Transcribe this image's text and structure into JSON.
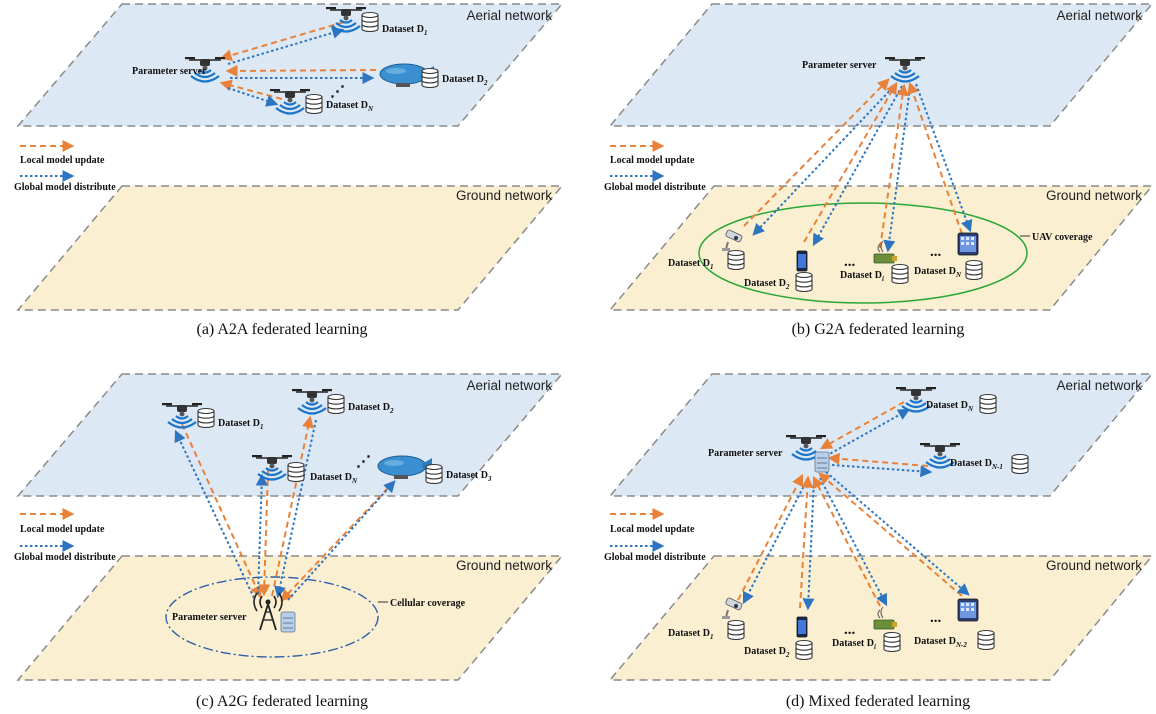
{
  "colors": {
    "aerial_fill": "#dde8f5",
    "ground_fill": "#fbefd2",
    "plane_border": "#8a8a8a",
    "update_arrow": "#e8823a",
    "distribute_arrow": "#2d74c1",
    "wifi": "#1b75c9",
    "uav_coverage": "#2aa637",
    "cellular_coverage": "#2d5fa8",
    "blimp": "#3a8fd0"
  },
  "legend": {
    "local_update": "Local model update",
    "global_distribute": "Global model distribute"
  },
  "planes": {
    "aerial": "Aerial network",
    "ground": "Ground network"
  },
  "panel_a": {
    "caption": "(a) A2A federated learning",
    "server": "Parameter server",
    "d1": "Dataset D",
    "d1_sub": "1",
    "d2": "Dataset D",
    "d2_sub": "2",
    "dn": "Dataset D",
    "dn_sub": "N",
    "ellipsis": "⋰"
  },
  "panel_b": {
    "caption": "(b) G2A federated learning",
    "server": "Parameter server",
    "coverage": "UAV coverage",
    "d1": "Dataset D",
    "d1_sub": "1",
    "d2": "Dataset D",
    "d2_sub": "2",
    "di": "Dataset D",
    "di_sub": "i",
    "dn": "Dataset D",
    "dn_sub": "N",
    "ellipsis": "..."
  },
  "panel_c": {
    "caption": "(c) A2G federated learning",
    "server": "Parameter server",
    "coverage": "Cellular coverage",
    "d1": "Dataset D",
    "d1_sub": "1",
    "d2": "Dataset D",
    "d2_sub": "2",
    "d3": "Dataset D",
    "d3_sub": "3",
    "dn": "Dataset D",
    "dn_sub": "N",
    "ellipsis": "⋰"
  },
  "panel_d": {
    "caption": "(d) Mixed federated learning",
    "server": "Parameter server",
    "dn": "Dataset D",
    "dn_sub": "N",
    "dn1": "Dataset D",
    "dn1_sub": "N-1",
    "d1": "Dataset D",
    "d1_sub": "1",
    "d2": "Dataset D",
    "d2_sub": "2",
    "di": "Dataset D",
    "di_sub": "i",
    "dn2": "Dataset D",
    "dn2_sub": "N-2",
    "ellipsis": "..."
  }
}
